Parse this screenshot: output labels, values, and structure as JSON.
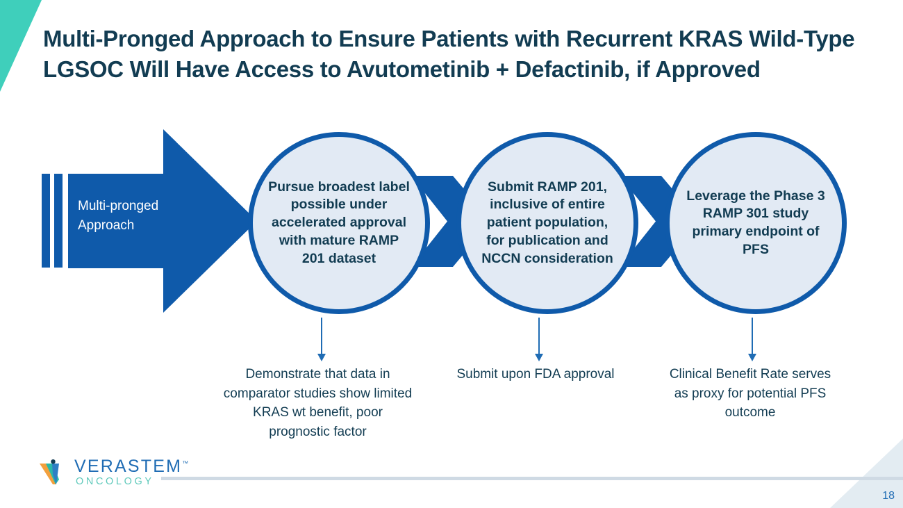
{
  "slide": {
    "title": "Multi-Pronged Approach to Ensure Patients with Recurrent KRAS Wild-Type LGSOC Will Have Access to Avutometinib + Defactinib, if Approved",
    "page_number": "18"
  },
  "colors": {
    "title_navy": "#123c52",
    "primary_blue": "#0f5aaa",
    "circle_fill": "#e2eaf4",
    "accent_teal": "#3fcfbb",
    "connector_blue": "#1f6cb4",
    "footer_rule": "#cfdae4",
    "corner_bottom_right": "#e3ecf2"
  },
  "arrow": {
    "label": "Multi-pronged Approach"
  },
  "steps": [
    {
      "circle_text": "Pursue broadest label possible under accelerated approval with mature RAMP 201 dataset",
      "caption": "Demonstrate that data in comparator studies show limited KRAS wt benefit, poor prognostic factor"
    },
    {
      "circle_text": "Submit RAMP 201, inclusive of entire patient population, for publication and NCCN consideration",
      "caption": "Submit upon FDA approval"
    },
    {
      "circle_text": "Leverage the Phase 3 RAMP 301 study primary endpoint of PFS",
      "caption": "Clinical Benefit Rate serves as proxy for potential PFS outcome"
    }
  ],
  "footer": {
    "logo_word": "VERASTEM",
    "logo_tm": "™",
    "logo_sub": "ONCOLOGY"
  }
}
